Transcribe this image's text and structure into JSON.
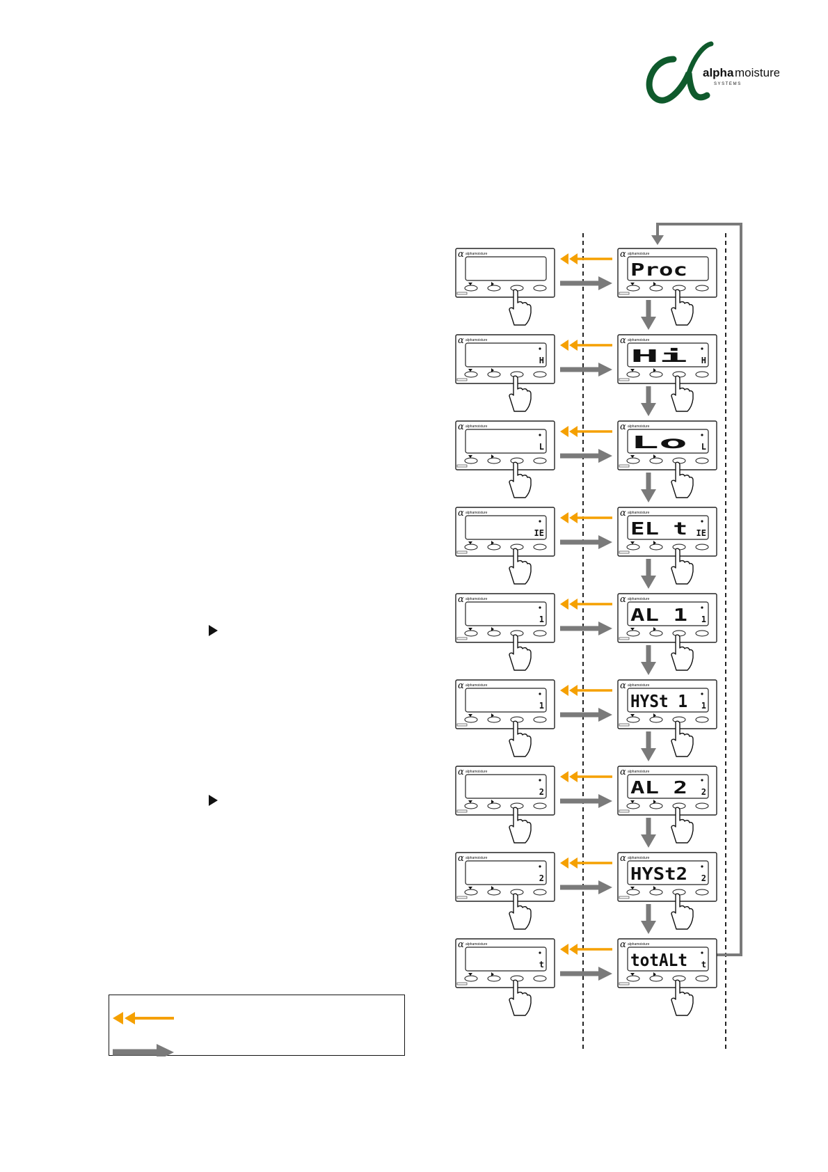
{
  "logo": {
    "brand_bold": "alpha",
    "brand_light": "moisture",
    "sub": "S Y S T E M S",
    "colors": {
      "green": "#0f5a2c",
      "dark": "#111111"
    }
  },
  "colors": {
    "orange": "#f5a000",
    "grey": "#7a7a7a",
    "border": "#222222"
  },
  "left_panels": [
    "",
    "H",
    "L",
    "IE",
    "1",
    "1",
    "2",
    "2",
    "t"
  ],
  "right_panels": [
    {
      "main": "Proc",
      "corner": ""
    },
    {
      "main": "Hi",
      "corner": "H"
    },
    {
      "main": "Lo",
      "corner": "L"
    },
    {
      "main": "EL t",
      "corner": "IE"
    },
    {
      "main": "AL 1",
      "corner": "1"
    },
    {
      "main": "HYSt 1",
      "corner": "1"
    },
    {
      "main": "AL 2",
      "corner": "2"
    },
    {
      "main": "HYSt2",
      "corner": "2"
    },
    {
      "main": "totALt",
      "corner": "t"
    }
  ],
  "icons": {
    "press": "hand-pointer-icon",
    "back": "double-arrow-left-icon",
    "forward": "arrow-right-icon"
  }
}
